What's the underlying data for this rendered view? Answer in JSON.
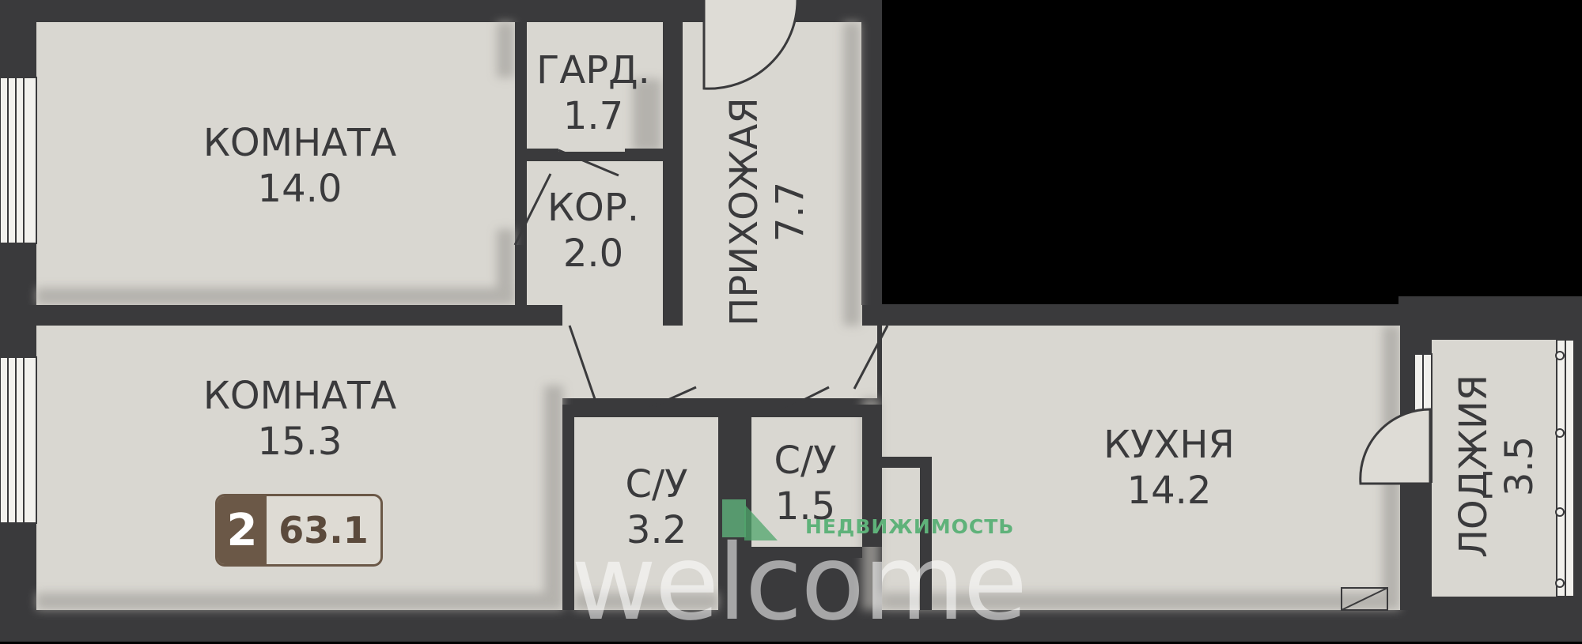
{
  "rooms": {
    "room1": {
      "name": "КОМНАТА",
      "area": "14.0"
    },
    "room2": {
      "name": "КОМНАТА",
      "area": "15.3"
    },
    "wardrobe": {
      "name": "ГАРД.",
      "area": "1.7"
    },
    "corridor": {
      "name": "КОР.",
      "area": "2.0"
    },
    "hallway": {
      "name": "ПРИХОЖАЯ",
      "area": "7.7"
    },
    "bath1": {
      "name": "С/У",
      "area": "3.2"
    },
    "bath2": {
      "name": "С/У",
      "area": "1.5"
    },
    "kitchen": {
      "name": "КУХНЯ",
      "area": "14.2"
    },
    "loggia": {
      "name": "ЛОДЖИЯ",
      "area": "3.5"
    }
  },
  "badge": {
    "rooms": "2",
    "area": "63.1"
  },
  "watermark": {
    "word": "welcome",
    "tagline": "НЕДВИЖИМОСТЬ"
  },
  "colors": {
    "wall": "#3a3a3c",
    "floor": "#d9d7d1",
    "shadow": "#a8a6a1",
    "badge_brown": "#6b5847",
    "watermark_green": "#5fb27a"
  }
}
